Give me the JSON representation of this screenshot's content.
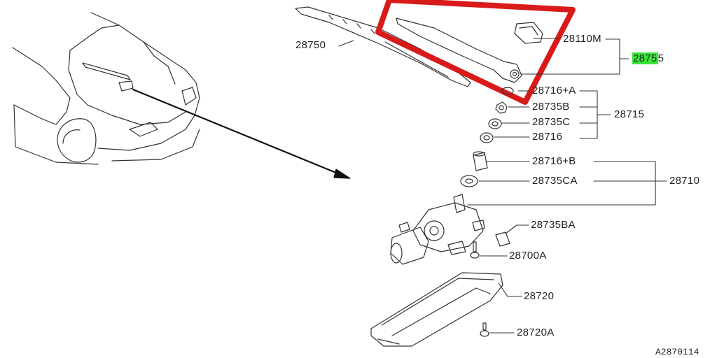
{
  "diagram": {
    "labels": {
      "p28750": "28750",
      "p28110M": "28110M",
      "p28755_highlighted": "2875",
      "p28755_rest": "5",
      "p28716A": "28716+A",
      "p28735B": "28735B",
      "p28715": "28715",
      "p28735C": "28735C",
      "p28716": "28716",
      "p28716B": "28716+B",
      "p28735CA": "28735CA",
      "p28710": "28710",
      "p28735BA": "28735BA",
      "p28700A": "28700A",
      "p28720": "28720",
      "p28720A": "28720A"
    },
    "figure_code": "A2870114",
    "colors": {
      "highlight": "#39e639",
      "callout_box": "#d91a1a",
      "line": "#222222"
    }
  }
}
